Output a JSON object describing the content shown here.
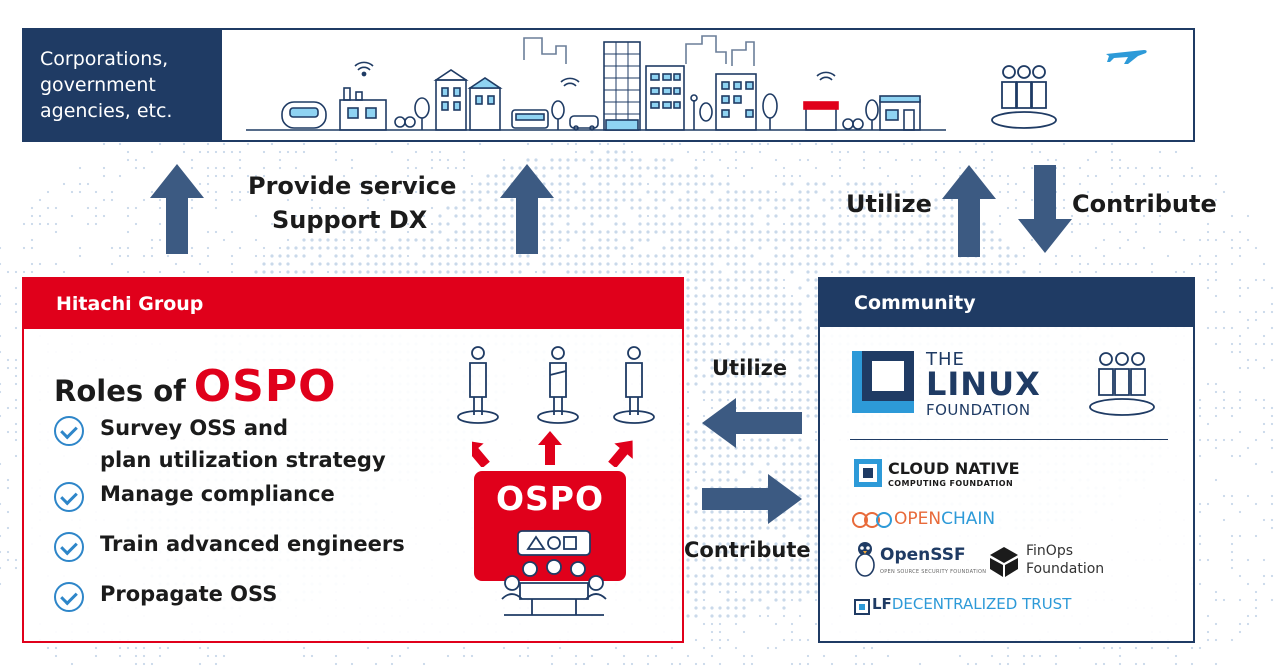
{
  "top_banner": {
    "label_lines": [
      "Corporations,",
      "government",
      "agencies, etc."
    ]
  },
  "flows": {
    "provide_service": "Provide service",
    "support_dx": "Support DX",
    "utilize_top": "Utilize",
    "contribute_top": "Contribute",
    "utilize_mid": "Utilize",
    "contribute_mid": "Contribute"
  },
  "hitachi": {
    "header": "Hitachi Group",
    "roles_prefix": "Roles of",
    "roles_highlight": "OSPO",
    "roles": [
      {
        "line1": "Survey OSS and",
        "line2": "plan utilization strategy"
      },
      {
        "line1": "Manage compliance",
        "line2": ""
      },
      {
        "line1": "Train advanced engineers",
        "line2": ""
      },
      {
        "line1": "Propagate OSS",
        "line2": ""
      }
    ],
    "badge": "OSPO"
  },
  "community": {
    "header": "Community",
    "linux_foundation": {
      "the": "THE",
      "linux": "LINUX",
      "foundation": "FOUNDATION"
    },
    "cncf": {
      "line1": "CLOUD NATIVE",
      "line2": "COMPUTING FOUNDATION"
    },
    "openchain": {
      "open": "OPEN",
      "chain": "CHAIN"
    },
    "openssf": {
      "name": "OpenSSF",
      "sub": "OPEN SOURCE SECURITY FOUNDATION"
    },
    "finops": {
      "line1": "FinOps",
      "line2": "Foundation"
    },
    "lfdt": {
      "lf": "LF",
      "rest": "DECENTRALIZED TRUST"
    }
  },
  "colors": {
    "navy": "#1f3b64",
    "red": "#e0001b",
    "arrow_blue": "#3c5a82",
    "check_blue": "#2e86c9",
    "globe_dots": "#c9d9ea"
  },
  "icons": [
    "city-skyline-icon",
    "people-group-icon",
    "airplane-icon",
    "person-icon",
    "check-circle-icon",
    "meeting-icon",
    "linux-foundation-logo",
    "cncf-logo",
    "openchain-logo",
    "openssf-logo",
    "finops-logo",
    "lfdt-logo"
  ]
}
